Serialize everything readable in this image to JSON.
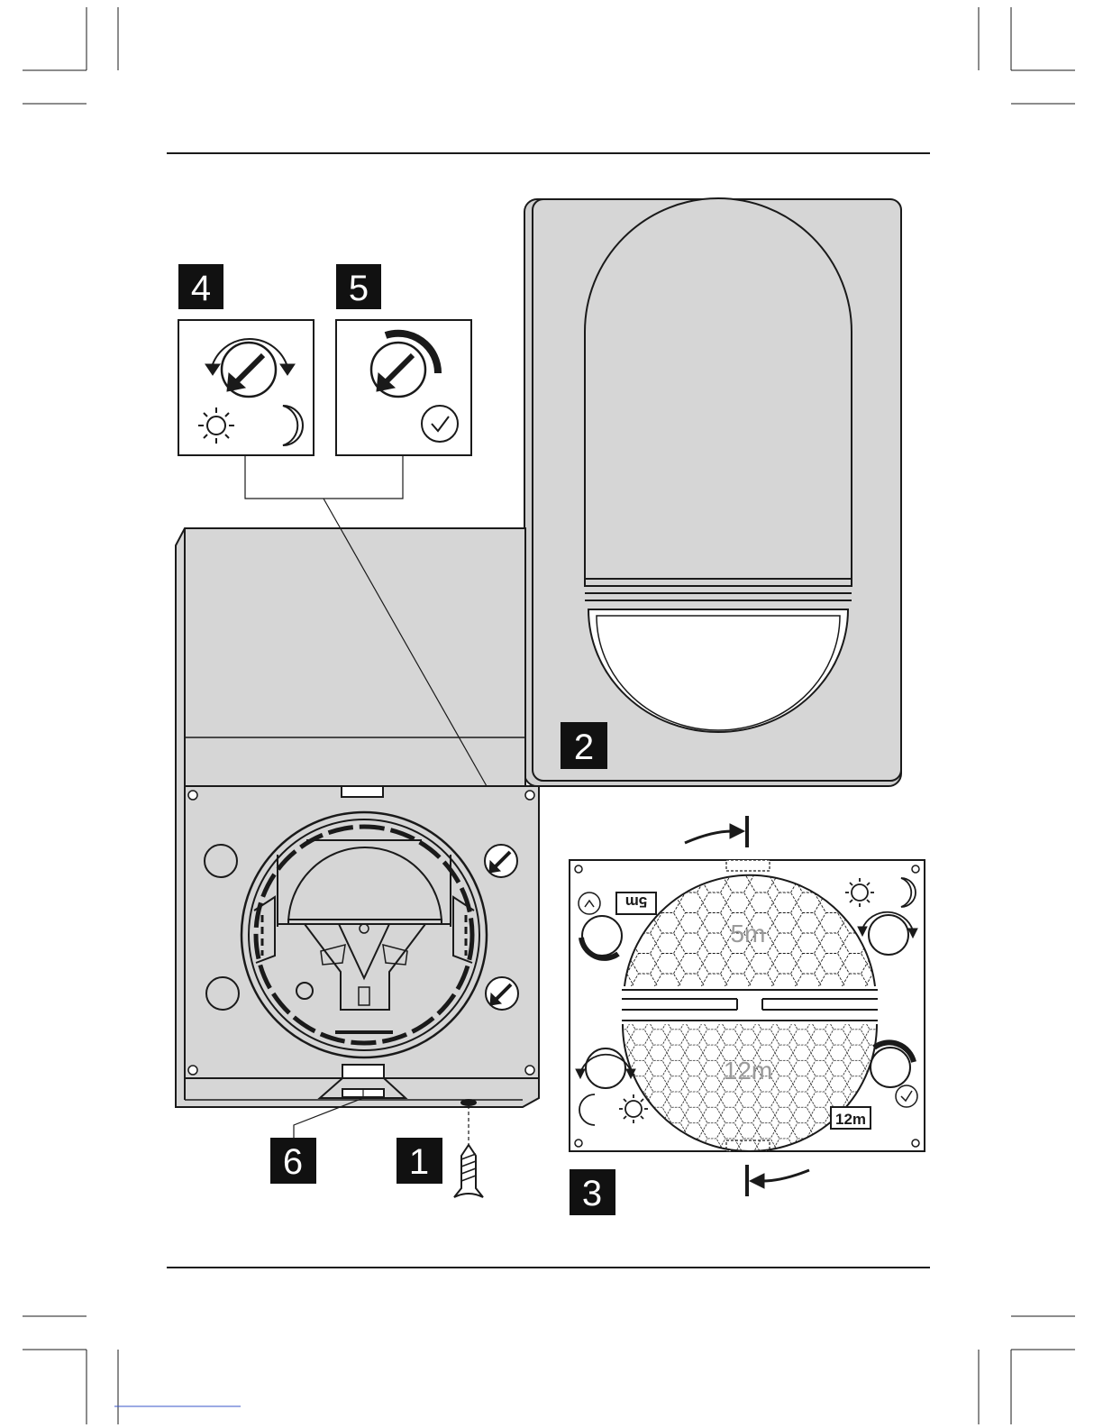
{
  "figure": {
    "callouts": [
      "1",
      "2",
      "3",
      "4",
      "5",
      "6"
    ],
    "range_near": "5m",
    "range_far": "12m",
    "range_near_tag": "5m",
    "range_far_tag": "12m"
  },
  "colors": {
    "ink": "#1a1a1a",
    "panel": "#d6d6d6",
    "panel_dark": "#c8c8c8",
    "label_bg": "#111111",
    "label_fg": "#ffffff",
    "lens_text": "#9a9a9a"
  },
  "icons": [
    "sun-icon",
    "moon-icon",
    "clock-icon",
    "rotate-arrows-icon",
    "screw-icon"
  ]
}
